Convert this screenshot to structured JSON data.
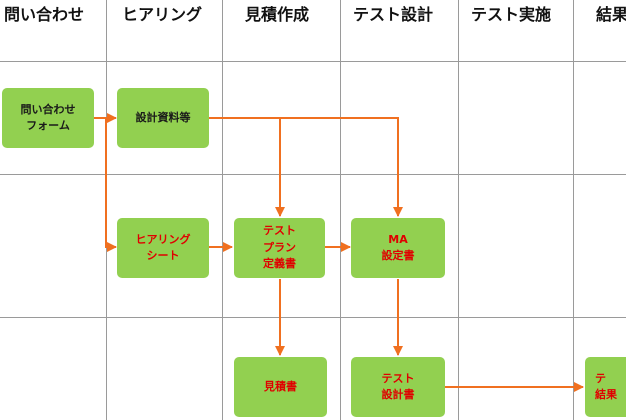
{
  "columns": [
    "問い合わせ",
    "ヒアリング",
    "見積作成",
    "テスト設計",
    "テスト実施",
    "結果"
  ],
  "nodes": {
    "inquiry_form": "問い合わせ\nフォーム",
    "design_materials": "設計資料等",
    "hearing_sheet": "ヒアリング\nシート",
    "test_plan": "テスト\nプラン\n定義書",
    "ma_settings": "MA\n設定書",
    "estimate": "見積書",
    "test_design": "テスト\n設計書",
    "result": "テ\n結果"
  },
  "colors": {
    "node_fill": "#92d050",
    "arrow": "#f07020",
    "red_text": "#e00000"
  }
}
